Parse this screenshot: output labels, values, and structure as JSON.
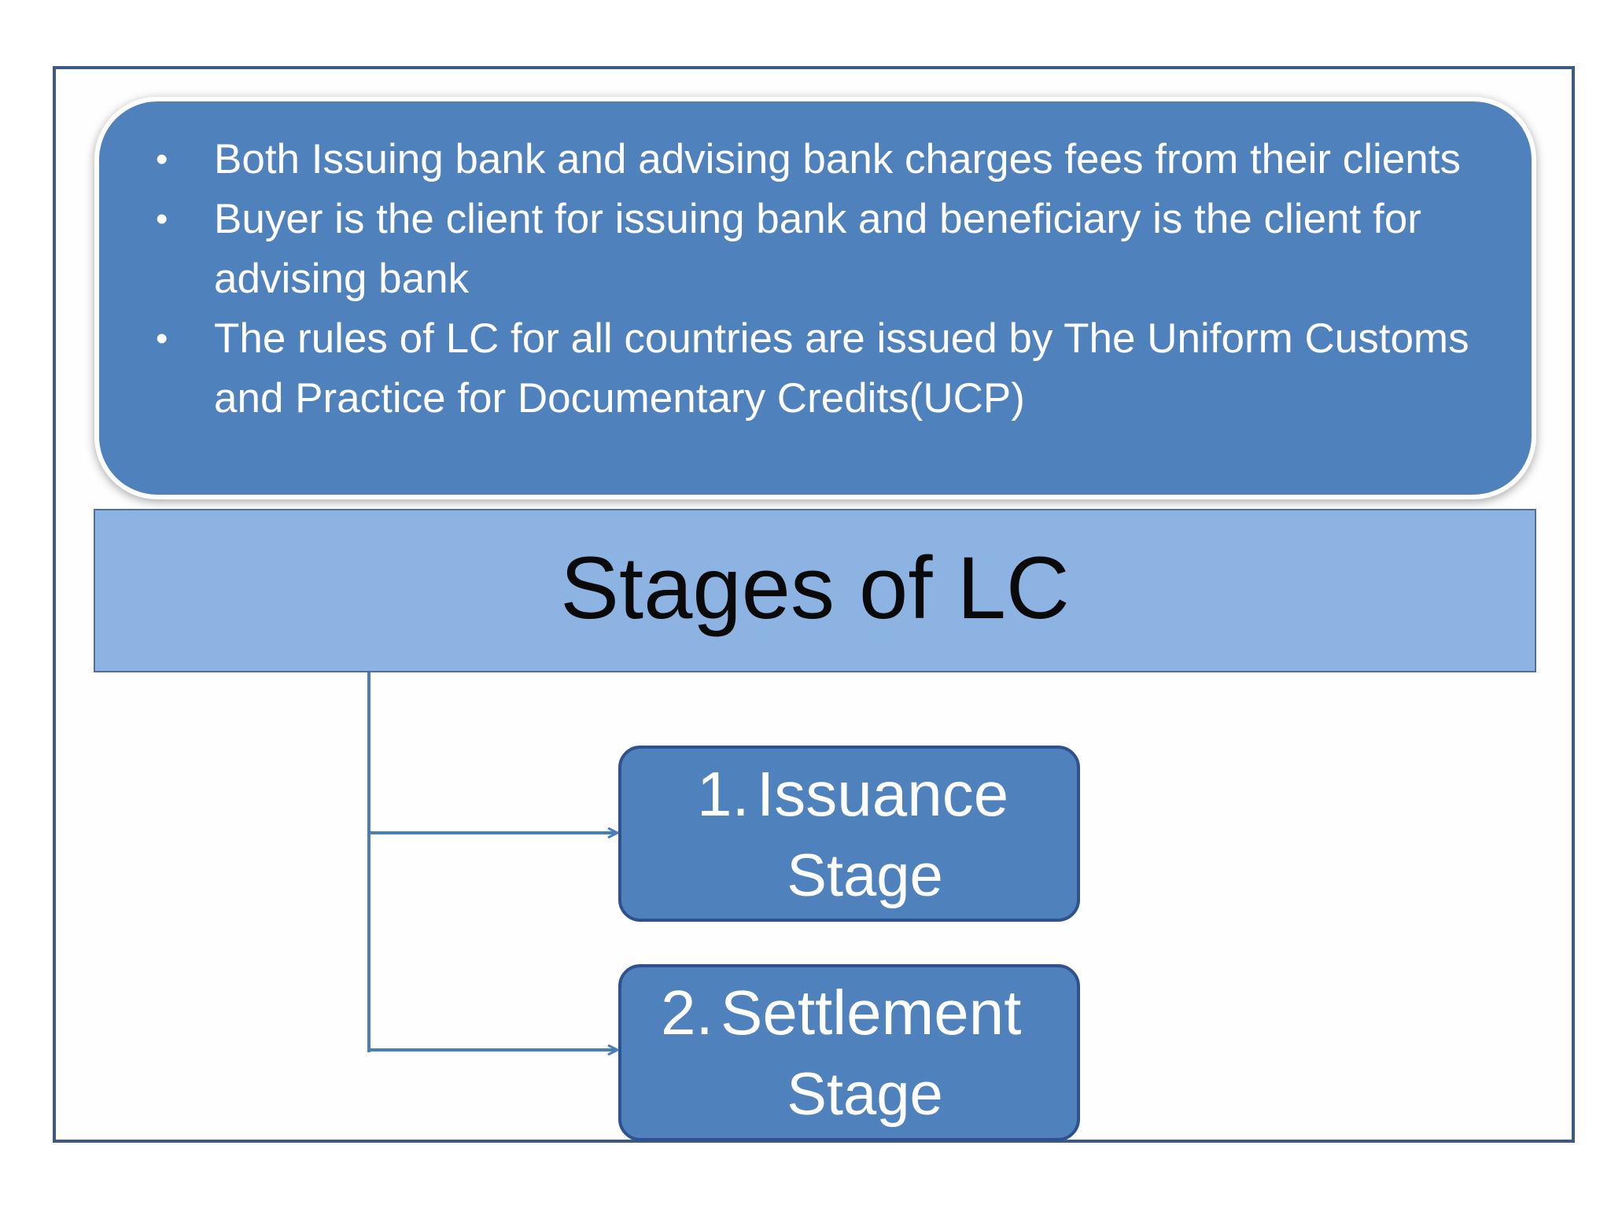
{
  "info_box": {
    "bullet_symbol": "•",
    "bullets": [
      "Both Issuing bank and  advising bank charges fees from their clients",
      "Buyer is the client for issuing bank and beneficiary is the client for advising bank",
      "The rules of LC for all countries are issued by The Uniform Customs and Practice for Documentary Credits(UCP)"
    ]
  },
  "title": "Stages of LC",
  "stages": [
    {
      "number": "1.",
      "name": "Issuance",
      "suffix": "Stage"
    },
    {
      "number": "2.",
      "name": "Settlement",
      "suffix": "Stage"
    }
  ],
  "colors": {
    "box_blue": "#4f81bd",
    "title_blue": "#8db3e2",
    "frame": "#3b5a86",
    "connector": "#4a7ebb"
  }
}
